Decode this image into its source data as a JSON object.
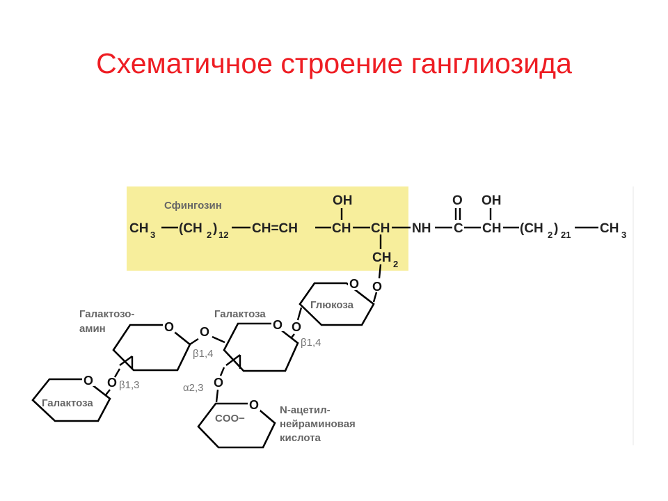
{
  "slide": {
    "title": "Схематичное строение ганглиозида"
  },
  "diagram": {
    "sphingosine_label": "Сфингозин",
    "main_chain": {
      "ch3_left": "CH",
      "ch3_left_sub": "3",
      "ch2_group": "(CH",
      "ch2_sub": "2",
      "ch2_close": ")",
      "ch2_count": "12",
      "alkene": "CH=CH",
      "ch_a": "CH",
      "ch_b": "CH",
      "nh": "NH",
      "c_carbonyl": "C",
      "ch_c": "CH",
      "ch2_group2": "(CH",
      "ch2_sub2": "2",
      "ch2_close2": ")",
      "ch2_count2": "21",
      "ch3_right": "CH",
      "ch3_right_sub": "3"
    },
    "substituents": {
      "oh_1": "OH",
      "oh_2": "OH",
      "carbonyl_o": "O",
      "ch2_down": "CH",
      "ch2_down_sub": "2"
    },
    "ring_oxygen": "O",
    "linkage_oxygen": "O",
    "sugars": {
      "glucose": "Глюкоза",
      "galactose_middle": "Галактоза",
      "galactosamine_line1": "Галактозо-",
      "galactosamine_line2": "амин",
      "galactose_bottom": "Галактоза",
      "coo": "COO−",
      "nana_line1": "N-ацетил-",
      "nana_line2": "нейраминовая",
      "nana_line3": "кислота"
    },
    "linkages": {
      "beta14_right": "β1,4",
      "beta14_middle": "β1,4",
      "beta13": "β1,3",
      "alpha23": "α2,3"
    }
  }
}
